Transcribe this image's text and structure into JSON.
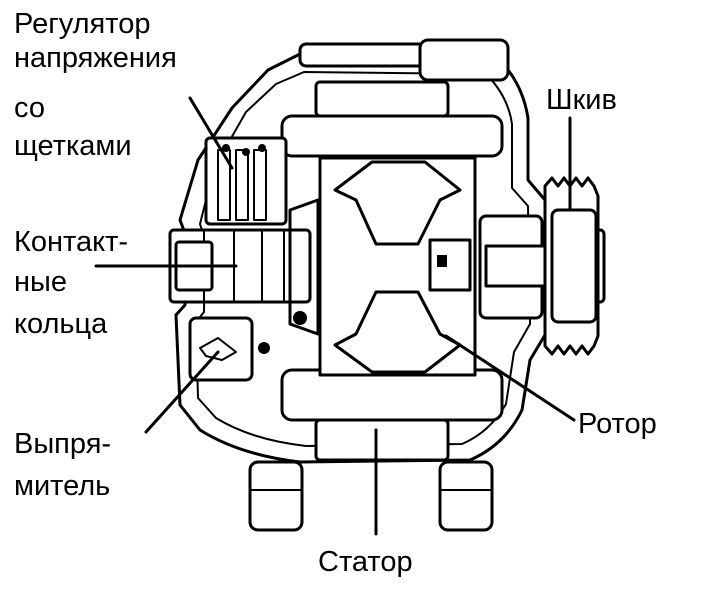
{
  "labels": {
    "regulator": [
      "Регулятор",
      "напряжения",
      "со",
      "щетками"
    ],
    "pulley": "Шкив",
    "slip_rings": [
      "Контакт-",
      "ные",
      "кольца"
    ],
    "rectifier": [
      "Выпря-",
      "митель"
    ],
    "rotor": "Ротор",
    "stator": "Статор"
  },
  "colors": {
    "line": "#000000",
    "background": "#ffffff"
  }
}
